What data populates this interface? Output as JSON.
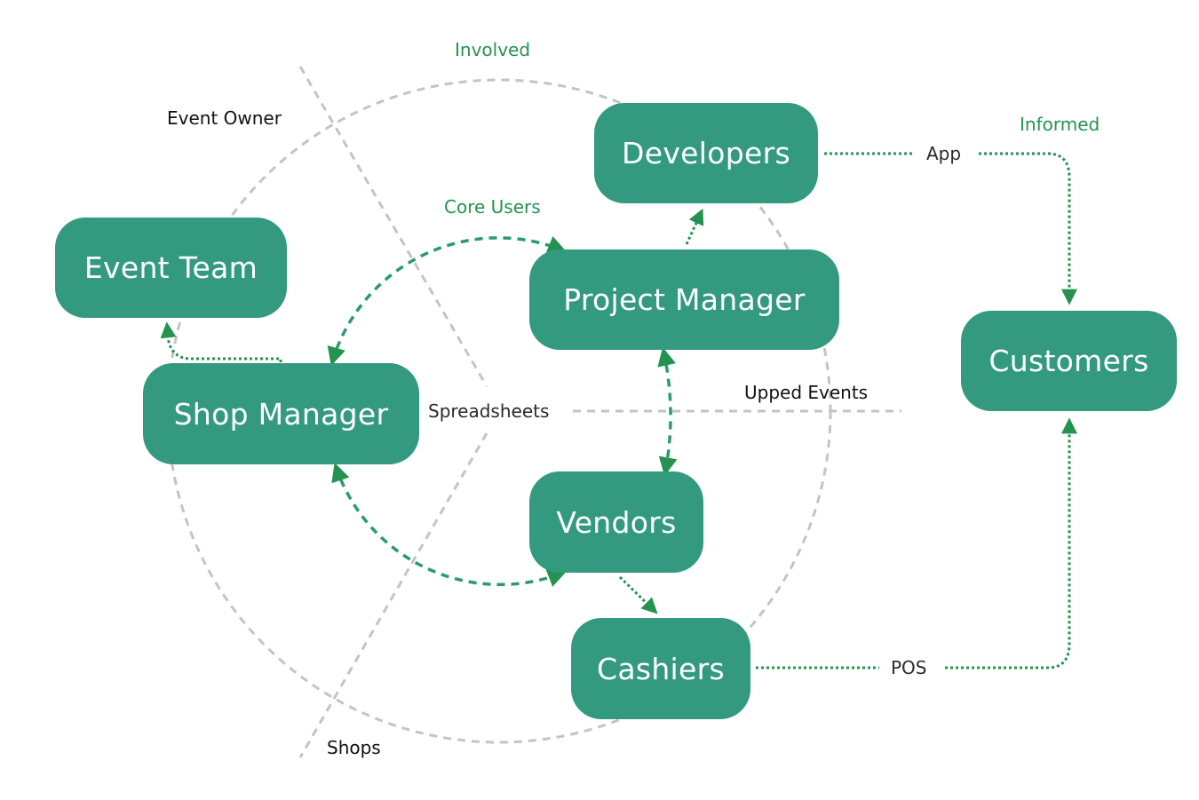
{
  "colors": {
    "node_fill": "#339a80",
    "node_text": "#ffffff",
    "ring_label": "#24934f",
    "arrow": "#24934f",
    "guide_line": "#c4c4c4",
    "label_text": "#111111"
  },
  "ring_labels": {
    "involved": "Involved",
    "core_users": "Core Users",
    "informed": "Informed"
  },
  "sector_labels": {
    "event_owner": "Event Owner",
    "spreadsheets": "Spreadsheets",
    "upped_events": "Upped Events",
    "shops": "Shops"
  },
  "connector_labels": {
    "app": "App",
    "pos": "POS"
  },
  "nodes": {
    "developers": "Developers",
    "event_team": "Event Team",
    "project_manager": "Project Manager",
    "shop_manager": "Shop Manager",
    "customers": "Customers",
    "vendors": "Vendors",
    "cashiers": "Cashiers"
  },
  "edges": [
    {
      "from": "Project Manager",
      "to": "Developers",
      "style": "dotted",
      "direction": "one-way"
    },
    {
      "from": "Shop Manager",
      "to": "Event Team",
      "style": "dotted",
      "direction": "one-way"
    },
    {
      "from": "Shop Manager",
      "to": "Project Manager",
      "style": "dashed",
      "direction": "two-way"
    },
    {
      "from": "Project Manager",
      "to": "Vendors",
      "style": "dashed",
      "direction": "two-way"
    },
    {
      "from": "Shop Manager",
      "to": "Vendors",
      "style": "dashed",
      "direction": "two-way"
    },
    {
      "from": "Vendors",
      "to": "Cashiers",
      "style": "dotted",
      "direction": "one-way"
    },
    {
      "from": "Developers",
      "to": "Customers",
      "style": "dotted",
      "direction": "one-way",
      "label": "App"
    },
    {
      "from": "Cashiers",
      "to": "Customers",
      "style": "dotted",
      "direction": "one-way",
      "label": "POS"
    }
  ]
}
